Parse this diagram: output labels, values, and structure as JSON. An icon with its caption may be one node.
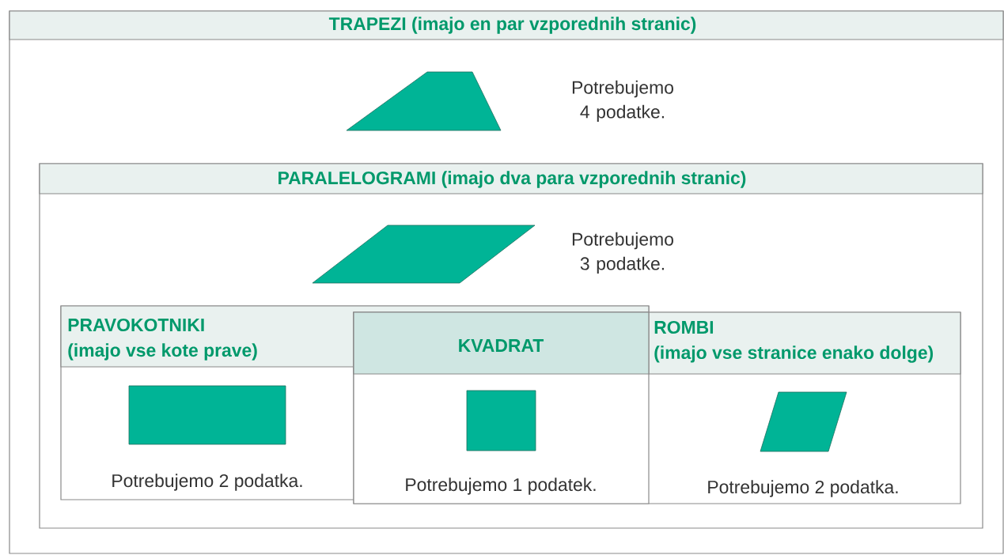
{
  "diagram": {
    "nodes": [
      {
        "text": [
          "TRAPEZI (imajo en par vzporednih stranic)",
          "Potrebujemo 4 podatke."
        ]
      },
      {
        "text": [
          "PARALELOGRAMI (imajo dva para vzporednih stranic)",
          "Potrebujemo 3 podatke."
        ],
        "in": 0
      },
      {
        "text": [
          "PRAVOKOTNIKI",
          "(imajo vse kote prave)",
          "Potrebujemo 2 podatka."
        ],
        "in": 1
      },
      {
        "text": [
          "KVADRAT",
          "Potrebujemo 1 podatek."
        ]
      },
      {
        "text": [
          "ROMBI",
          "(imajo vse stranice enako dolge)",
          "Potrebujemo 2 podatka."
        ],
        "in": 1
      }
    ]
  }
}
